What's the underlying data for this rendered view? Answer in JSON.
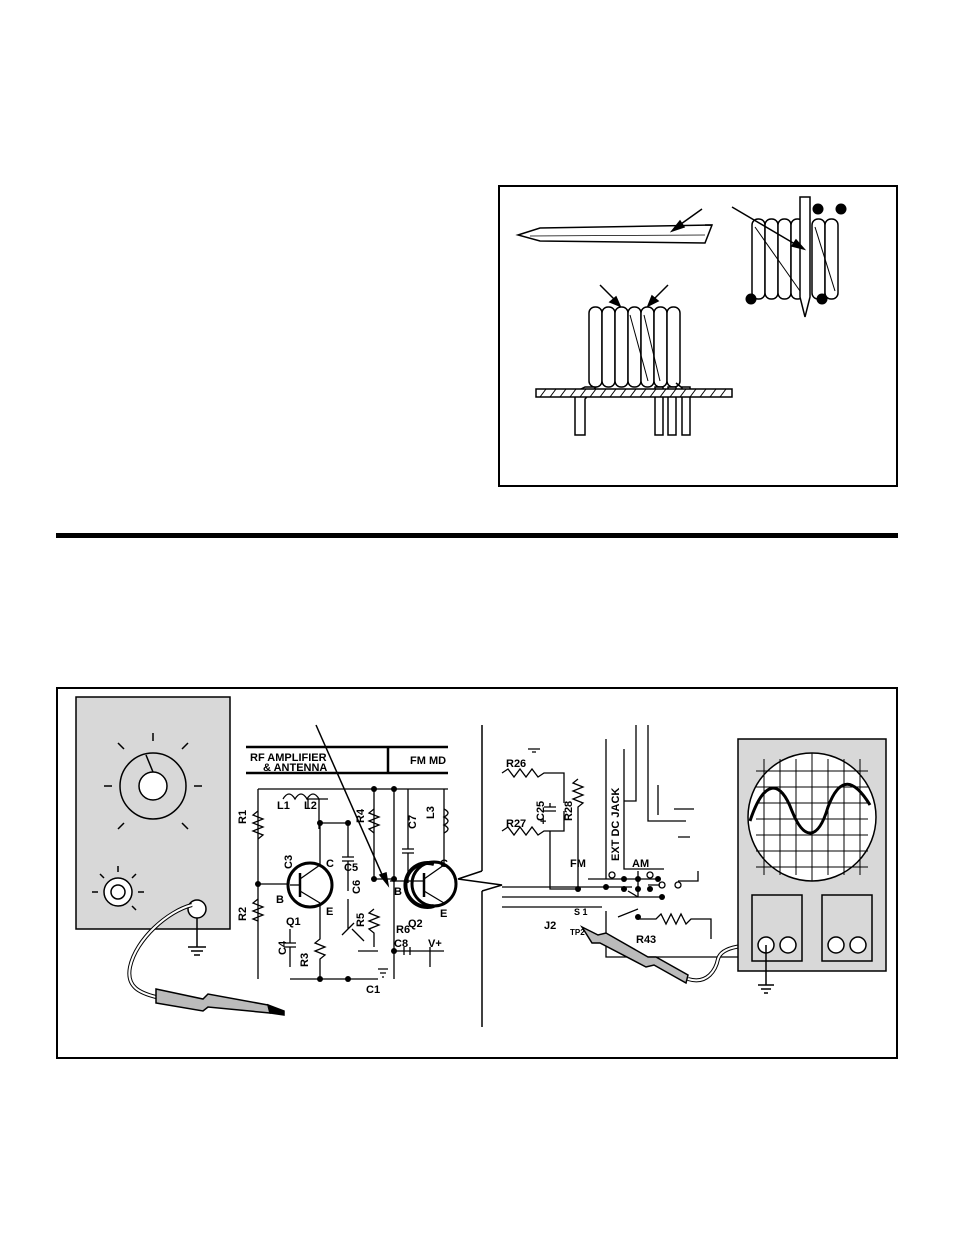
{
  "schematic_rf": {
    "section_title_line1": "RF AMPLIFIER",
    "section_title_line2": "& ANTENNA",
    "section_title_right": "FM MD",
    "labels": {
      "r1": "R1",
      "r2": "R2",
      "r3": "R3",
      "r4": "R4",
      "r5": "R5",
      "r6": "R6",
      "l1": "L1",
      "l2": "L2",
      "l3": "L3",
      "c1": "C1",
      "c3": "C3",
      "c4": "C4",
      "c5": "C5",
      "c6": "C6",
      "c7": "C7",
      "c8": "C8",
      "q1": "Q1",
      "q2": "Q2",
      "b1": "B",
      "c_1": "C",
      "e1": "E",
      "b2": "B",
      "c_2": "C",
      "e2": "E",
      "vplus": "V+"
    }
  },
  "schematic_switch": {
    "labels": {
      "r26": "R26",
      "r27": "R27",
      "r28": "R28",
      "r43": "R43",
      "c25": "C25",
      "plus": "+",
      "ext_dc_jack": "EXT DC JACK",
      "fm": "FM",
      "am": "AM",
      "s1": "S 1",
      "tp2": "TP2",
      "j2": "J2"
    }
  }
}
